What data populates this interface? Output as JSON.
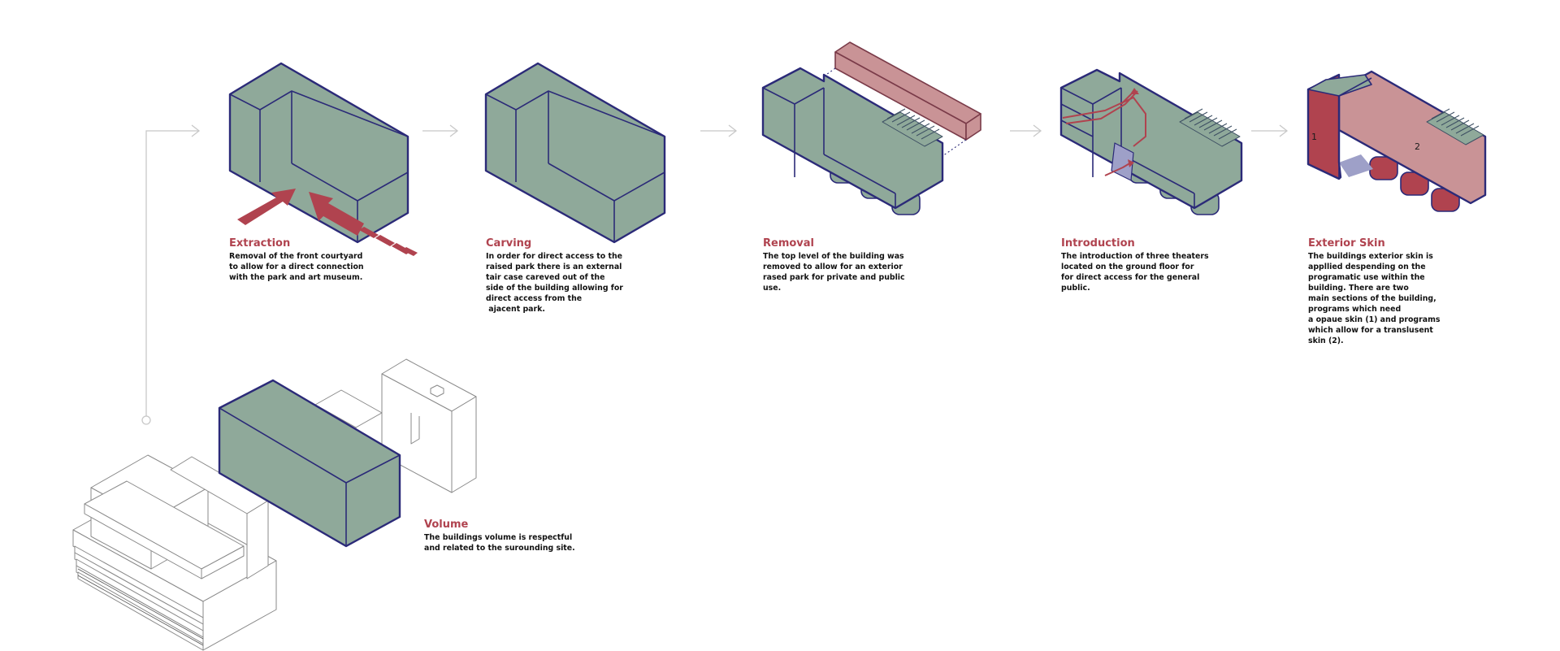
{
  "colors": {
    "mass_fill": "#8fa99a",
    "mass_stroke": "#2b2a78",
    "accent_red": "#b0434f",
    "pink_skin": "#c99396",
    "translucent": "#9ea0c8",
    "context_line": "#8a8a8a",
    "flow_line": "#c8c8c8",
    "stair_hatch": "#3d4f63"
  },
  "steps": [
    {
      "id": "extraction",
      "title": "Extraction",
      "lines": [
        "Removal of the front courtyard",
        "to allow for a direct connection",
        "with the park and art museum."
      ]
    },
    {
      "id": "carving",
      "title": "Carving",
      "lines": [
        "In order for direct access to the",
        "raised park there is an external",
        "tair case careved out of the",
        "side of the building allowing for",
        "direct access from the",
        " ajacent park."
      ]
    },
    {
      "id": "removal",
      "title": "Removal",
      "lines": [
        "The top level of the building was",
        "removed to allow for an exterior",
        "rased park for private and public",
        "use."
      ]
    },
    {
      "id": "introduction",
      "title": "Introduction",
      "lines": [
        "The introduction of three theaters",
        "located on the ground floor for",
        "for direct access for the general",
        "public."
      ]
    },
    {
      "id": "exterior-skin",
      "title": "Exterior Skin",
      "lines": [
        "The buildings exterior skin is",
        "appllied despending on the",
        "programatic use within the",
        "building. There are two",
        "main sections of the building,",
        "programs which need",
        "a opaue skin (1) and programs",
        "which allow for a translusent",
        "skin (2)."
      ]
    },
    {
      "id": "volume",
      "title": "Volume",
      "lines": [
        "The buildings volume is respectful",
        "and related to the surounding site."
      ]
    }
  ],
  "skin_labels": {
    "opaque": "1",
    "translucent": "2"
  },
  "icons": [
    "arrow-right-icon",
    "flow-node-icon",
    "stair-icon",
    "entry-arrow-icon"
  ]
}
